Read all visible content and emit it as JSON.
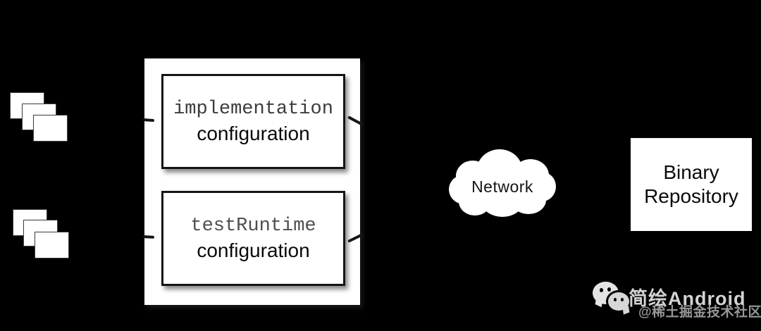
{
  "colors": {
    "background": "#000000",
    "surface": "#ffffff",
    "box_border": "#141414",
    "code_text_implementation": "#3c3c3c",
    "code_text_testruntime": "#4f4f4f",
    "body_text": "#0a0a0a",
    "watermark_title": "#d3d3d3",
    "watermark_subtitle": "#979797"
  },
  "stacks": [
    {
      "icon": "document-stack-icon",
      "cards": 3
    },
    {
      "icon": "document-stack-icon",
      "cards": 3
    }
  ],
  "panel": {
    "boxes": [
      {
        "code": "implementation",
        "label": "configuration"
      },
      {
        "code": "testRuntime",
        "label": "configuration"
      }
    ]
  },
  "network": {
    "icon": "cloud-icon",
    "label": "Network"
  },
  "repository": {
    "line1": "Binary",
    "line2": "Repository"
  },
  "watermark": {
    "icon": "wechat-icon",
    "title": "简绘Android",
    "subtitle": "@稀土掘金技术社区"
  }
}
